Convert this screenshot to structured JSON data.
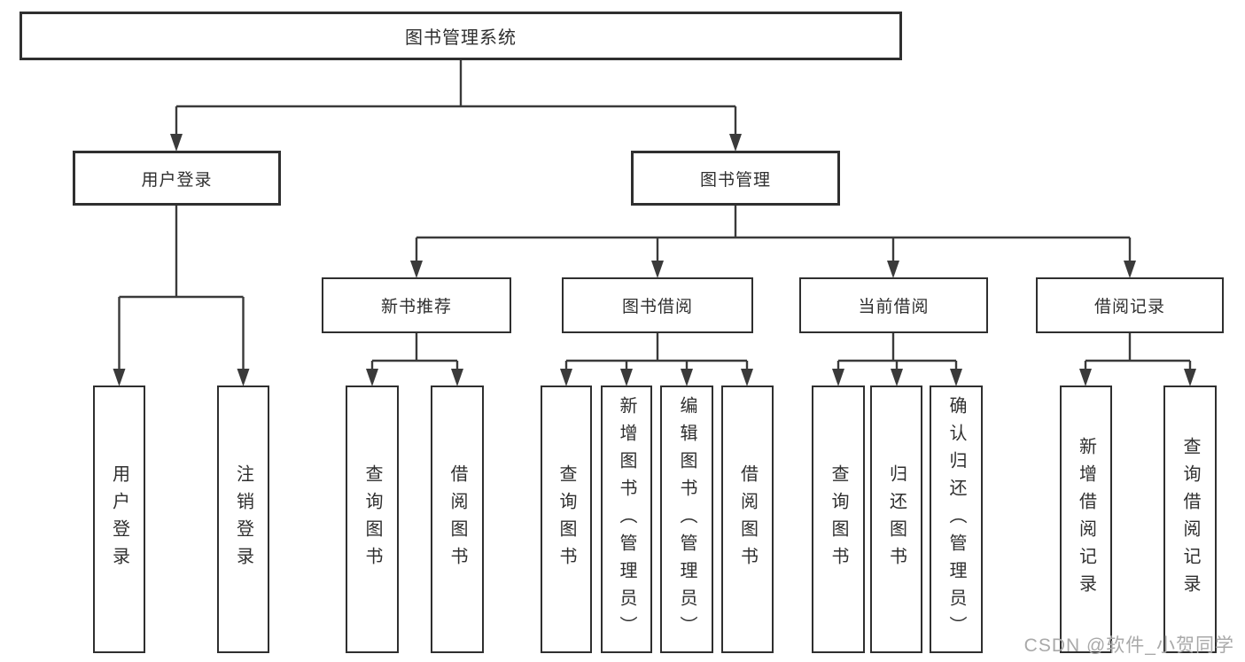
{
  "diagram": {
    "title": "图书管理系统",
    "branches": [
      {
        "label": "用户登录",
        "children": [
          {
            "label": "用户登录"
          },
          {
            "label": "注销登录"
          }
        ]
      },
      {
        "label": "图书管理",
        "children": [
          {
            "label": "新书推荐",
            "children": [
              {
                "label": "查询图书"
              },
              {
                "label": "借阅图书"
              }
            ]
          },
          {
            "label": "图书借阅",
            "children": [
              {
                "label": "查询图书"
              },
              {
                "label": "新增图书（管理员）"
              },
              {
                "label": "编辑图书（管理员）"
              },
              {
                "label": "借阅图书"
              }
            ]
          },
          {
            "label": "当前借阅",
            "children": [
              {
                "label": "查询图书"
              },
              {
                "label": "归还图书"
              },
              {
                "label": "确认归还（管理员）"
              }
            ]
          },
          {
            "label": "借阅记录",
            "children": [
              {
                "label": "新增借阅记录"
              },
              {
                "label": "查询借阅记录"
              }
            ]
          }
        ]
      }
    ]
  },
  "watermark": "CSDN @软件_小贺同学",
  "colors": {
    "line": "#3a3a3a",
    "box_border": "#2f2f2f",
    "text": "#2f2f2f",
    "watermark": "#a9a9a9",
    "background": "#ffffff"
  }
}
